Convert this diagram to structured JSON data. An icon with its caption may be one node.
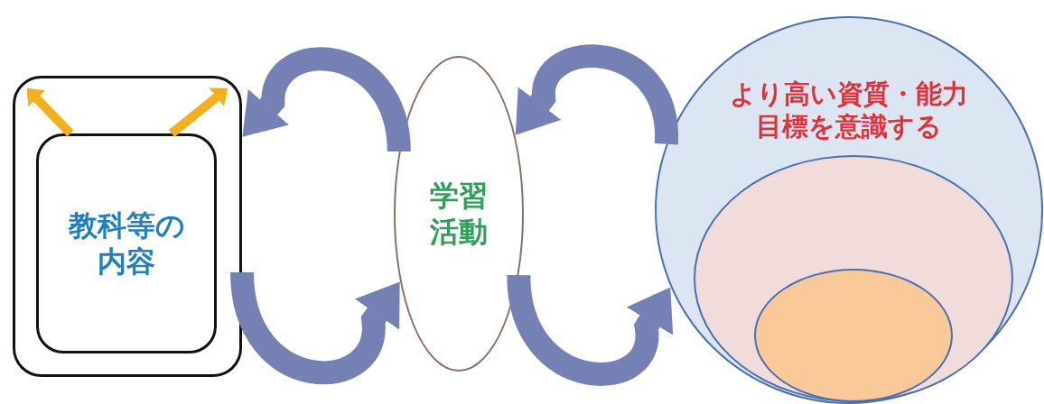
{
  "diagram": {
    "nodes": [
      {
        "text": [],
        "shape": "box"
      },
      {
        "text": [
          "教科等の内容"
        ],
        "in": 0
      },
      {
        "text": [
          "学習活動"
        ]
      },
      {
        "text": [
          "より高い資質・能力",
          "目標を意識する"
        ]
      },
      {
        "text": [],
        "shape": "circle",
        "in": 3
      },
      {
        "text": [],
        "shape": "circle",
        "in": 4
      }
    ],
    "edges": [
      {
        "from": 2,
        "to": 0,
        "arrow": "to"
      },
      {
        "from": 0,
        "to": 2,
        "arrow": "to"
      },
      {
        "from": 3,
        "to": 2,
        "arrow": "to"
      },
      {
        "from": 2,
        "to": 3,
        "arrow": "to"
      },
      {
        "from": 1,
        "to": 0,
        "arrow": "to",
        "color": "#f2b01e"
      },
      {
        "from": 1,
        "to": 0,
        "arrow": "to",
        "color": "#f2b01e"
      }
    ]
  }
}
